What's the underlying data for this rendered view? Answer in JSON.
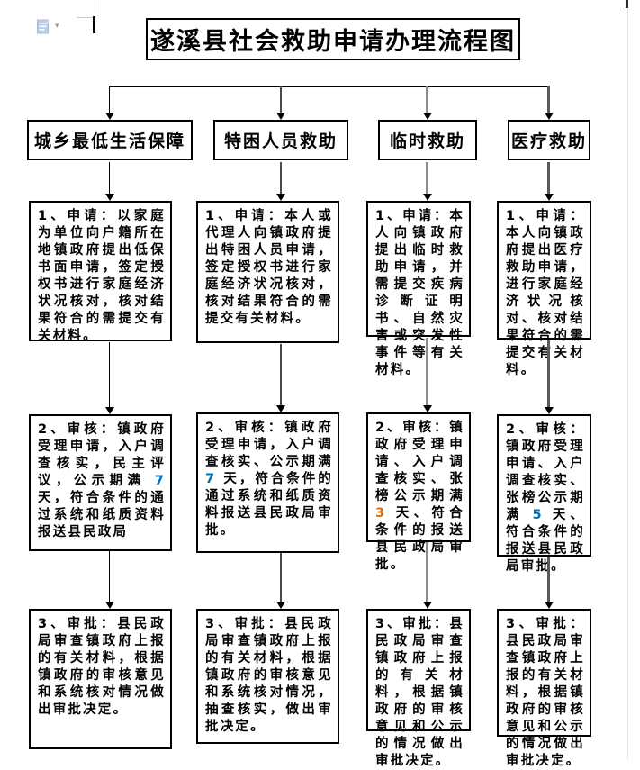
{
  "title": "遂溪县社会救助申请办理流程图",
  "icons": {
    "paste_options": "clipboard-document-icon",
    "dropdown_arrow": "▾"
  },
  "colors": {
    "line_black": "#000000",
    "line_gray": "#8d8d8d",
    "day_blue": "#0070C0",
    "day_orange": "#E36C09"
  },
  "columns": [
    {
      "header": "城乡最低生活保障",
      "steps": [
        {
          "pre": "1、申请：以家庭为单位向户籍所在地镇政府提出低保书面申请，签定授权书进行家庭经济状况核对，核对结果符合的需提交有关材料。",
          "num": "",
          "num_color": "",
          "post": ""
        },
        {
          "pre": "2、审核：镇政府受理申请，入户调查核实，民主评议，公示期满 ",
          "num": "7",
          "num_color": "#0070C0",
          "post": " 天，符合条件的通过系统和纸质资料报送县民政局"
        },
        {
          "pre": "3、审批：县民政局审查镇政府上报的有关材料，根据镇政府的审核意见和系统核对情况做出审批决定。",
          "num": "",
          "num_color": "",
          "post": ""
        }
      ]
    },
    {
      "header": "特困人员救助",
      "steps": [
        {
          "pre": "1、申请：本人或代理人向镇政府提出特困人员申请，签定授权书进行家庭经济状况核对，核对结果符合的需提交有关材料。",
          "num": "",
          "num_color": "",
          "post": ""
        },
        {
          "pre": "2、审核：镇政府受理申请，入户调查核实、公示期满 ",
          "num": "7",
          "num_color": "#0070C0",
          "post": " 天，符合条件的通过系统和纸质资料报送县民政局审批。"
        },
        {
          "pre": "3、审批：县民政局审查镇政府上报的有关材料，根据镇政府的审核意见和系统核对情况，抽查核实，做出审批决定。",
          "num": "",
          "num_color": "",
          "post": ""
        }
      ]
    },
    {
      "header": "临时救助",
      "steps": [
        {
          "pre": "1、申请：本人向镇政府提出临时救助申请，并需提交疾病诊断证明书、自然灾害或突发性事件等有关材料。",
          "num": "",
          "num_color": "",
          "post": ""
        },
        {
          "pre": "2、审核：镇政府受理申请、入户调查核实、张榜公示期满 ",
          "num": "3",
          "num_color": "#E36C09",
          "post": " 天、符合条件的报送县民政局审批。"
        },
        {
          "pre": "3、审批：县民政局审查镇政府上报的有关材料，根据镇政府的审核意见和公示的情况做出审批决定。",
          "num": "",
          "num_color": "",
          "post": ""
        }
      ]
    },
    {
      "header": "医疗救助",
      "steps": [
        {
          "pre": "1、申请：本人向镇政府提出医疗救助申请，进行家庭经济状况核对、核对结果符合的需提交有关材料。",
          "num": "",
          "num_color": "",
          "post": ""
        },
        {
          "pre": "2、审核：镇政府受理申请、入户调查核实、张榜公示期满 ",
          "num": "5",
          "num_color": "#0070C0",
          "post": " 天、符合条件的报送县民政局审批。"
        },
        {
          "pre": "3、审批：县民政局审查镇政府上报的有关材料，根据镇政府的审核意见和公示的情况做出审批决定。",
          "num": "",
          "num_color": "",
          "post": ""
        }
      ]
    }
  ]
}
